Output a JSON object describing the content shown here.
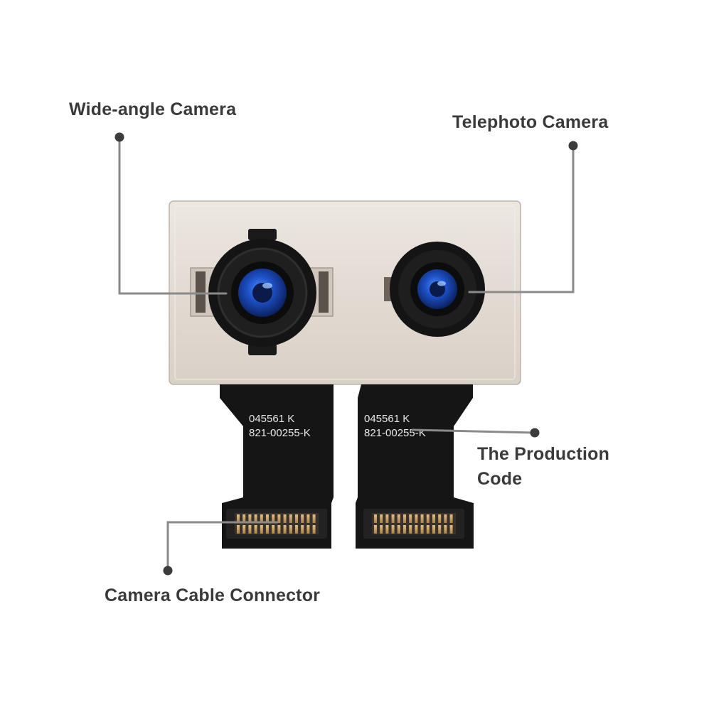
{
  "labels": {
    "wide_angle_camera": "Wide-angle Camera",
    "telephoto_camera": "Telephoto Camera",
    "production_code": [
      "The Production",
      "Code"
    ],
    "camera_cable_connector": "Camera Cable Connector"
  },
  "cable_markings": {
    "left": [
      "045561 K",
      "821-00255-K"
    ],
    "right": [
      "045561 K",
      "821-00255-K"
    ]
  },
  "colors": {
    "background": "#ffffff",
    "label_text": "#3a3a3a",
    "leader_line": "#8a8a8a",
    "leader_dot": "#3c3c3c",
    "module_housing": "#e4ddd5",
    "lens_blue": "#1d4fc4",
    "flex_cable": "#151515",
    "connector_pins": "#c8a36a"
  }
}
